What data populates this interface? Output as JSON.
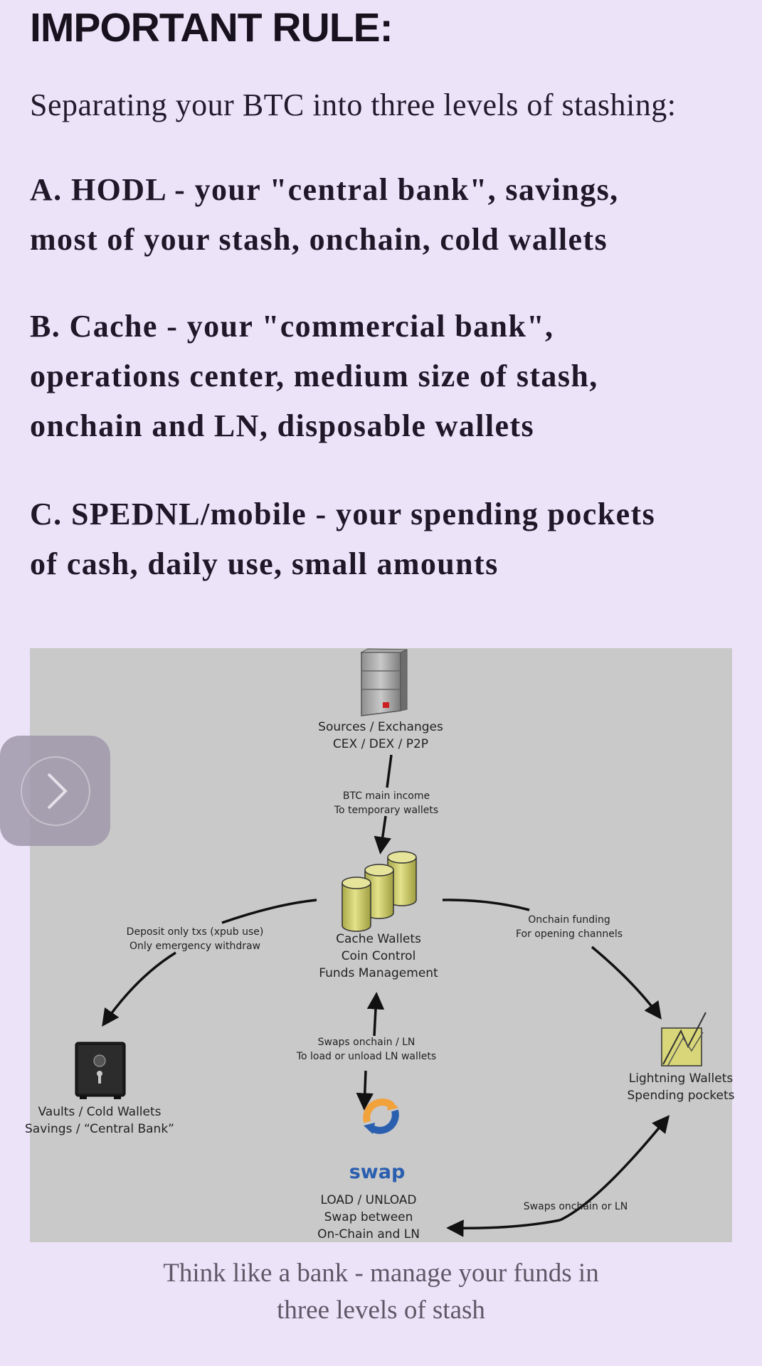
{
  "heading": "IMPORTANT RULE:",
  "intro": "Separating your BTC into three levels of stashing:",
  "levels": [
    {
      "line1": "A. HODL - your \"central bank\", savings,",
      "line2": "most of your stash, onchain, cold wallets"
    },
    {
      "line1": "B. Cache - your \"commercial bank\",",
      "line2": "operations center, medium size of stash,",
      "line3": "onchain and LN, disposable wallets"
    },
    {
      "line1": "C. SPEDNL/mobile - your spending pockets",
      "line2": "of cash, daily use, small amounts"
    }
  ],
  "diagram": {
    "nodes": {
      "sources": {
        "line1": "Sources / Exchanges",
        "line2": "CEX / DEX / P2P",
        "icon": "server-icon"
      },
      "cache": {
        "line1": "Cache Wallets",
        "line2": "Coin Control",
        "line3": "Funds Management",
        "icon": "coin-stacks-icon"
      },
      "vaults": {
        "line1": "Vaults / Cold Wallets",
        "line2": "Savings / “Central Bank”",
        "icon": "safe-icon"
      },
      "lightning": {
        "line1": "Lightning Wallets",
        "line2": "Spending pockets",
        "icon": "lightning-wallet-icon"
      },
      "swap": {
        "logo": "swap",
        "line1": "LOAD / UNLOAD",
        "line2": "Swap between",
        "line3": "On-Chain and LN",
        "icon": "swap-logo-icon"
      }
    },
    "edges": {
      "income": {
        "line1": "BTC main income",
        "line2": "To temporary wallets"
      },
      "deposit": {
        "line1": "Deposit only txs (xpub use)",
        "line2": "Only emergency withdraw"
      },
      "funding": {
        "line1": "Onchain funding",
        "line2": "For opening channels"
      },
      "swaps_ln": {
        "line1": "Swaps onchain / LN",
        "line2": "To load or unload LN wallets"
      },
      "swaps_onchain": {
        "line1": "Swaps onchain or LN"
      }
    }
  },
  "caption": {
    "line1": "Think like a bank - manage your funds in",
    "line2": "three levels of stash"
  },
  "colors": {
    "background": "#ece3f9",
    "diagram_bg": "#c9c9c9",
    "coin": "#d8d678",
    "swap_blue": "#2a5fb0",
    "swap_orange": "#f2a23a"
  }
}
